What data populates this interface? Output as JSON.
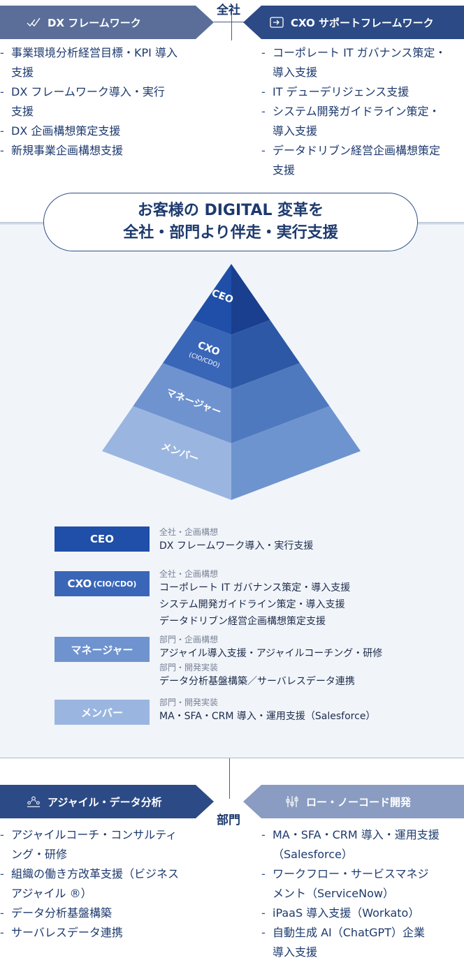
{
  "top": {
    "label": "全社",
    "left_banner": {
      "title": "DX フレームワーク",
      "icon": "checkmark-icon",
      "color": "#5a6e99"
    },
    "right_banner": {
      "title": "CXO サポートフレームワーク",
      "icon": "arrow-box-icon",
      "color": "#2c4a85"
    },
    "left_items": [
      "事業環境分析経営目標・KPI 導入",
      "支援",
      "DX フレームワーク導入・実行",
      "支援",
      "DX 企画構想策定支援",
      "新規事業企画構想支援"
    ],
    "right_items": [
      "コーポレート IT ガバナンス策定・",
      "導入支援",
      "IT デューデリジェンス支援",
      "システム開発ガイドライン策定・",
      "導入支援",
      "データドリブン経営企画構想策定",
      "支援"
    ]
  },
  "headline": {
    "line1": "お客様の DIGITAL 変革を",
    "line2": "全社・部門より伴走・実行支援"
  },
  "pyramid": {
    "levels": [
      {
        "label": "CEO",
        "sub": "",
        "left_color": "#1f4fa8",
        "right_color": "#1a3f8f"
      },
      {
        "label": "CXO",
        "sub": "(CIO/CDO)",
        "left_color": "#3a66b8",
        "right_color": "#2d58a6"
      },
      {
        "label": "マネージャー",
        "sub": "",
        "left_color": "#6f93cf",
        "right_color": "#4f79bf"
      },
      {
        "label": "メンバー",
        "sub": "",
        "left_color": "#9ab6e0",
        "right_color": "#6e94cf"
      }
    ]
  },
  "roles": [
    {
      "name": "CEO",
      "sub": "",
      "color": "#1f4fa8",
      "groups": [
        {
          "cat": "全社・企画構想",
          "items": [
            "DX フレームワーク導入・実行支援"
          ]
        }
      ]
    },
    {
      "name": "CXO",
      "sub": "(CIO/CDO)",
      "color": "#3a66b8",
      "groups": [
        {
          "cat": "全社・企画構想",
          "items": [
            "コーポレート IT ガバナンス策定・導入支援",
            "システム開発ガイドライン策定・導入支援",
            "データドリブン経営企画構想策定支援"
          ]
        }
      ]
    },
    {
      "name": "マネージャー",
      "sub": "",
      "color": "#6f93cf",
      "groups": [
        {
          "cat": "部門・企画構想",
          "items": [
            "アジャイル導入支援・アジャイルコーチング・研修"
          ]
        },
        {
          "cat": "部門・開発実装",
          "items": [
            "データ分析基盤構築／サーバレスデータ連携"
          ]
        }
      ]
    },
    {
      "name": "メンバー",
      "sub": "",
      "color": "#9ab6e0",
      "groups": [
        {
          "cat": "部門・開発実装",
          "items": [
            "MA・SFA・CRM 導入・運用支援（Salesforce）"
          ]
        }
      ]
    }
  ],
  "bottom": {
    "label": "部門",
    "left_banner": {
      "title": "アジャイル・データ分析",
      "icon": "team-icon",
      "color": "#2c4a85"
    },
    "right_banner": {
      "title": "ロー・ノーコード開発",
      "icon": "sliders-icon",
      "color": "#8a9cc1"
    },
    "left_items": [
      "アジャイルコーチ・コンサルティ",
      "ング・研修",
      "組織の働き方改革支援（ビジネス",
      "アジャイル ®）",
      "データ分析基盤構築",
      "サーバレスデータ連携"
    ],
    "right_items": [
      "MA・SFA・CRM 導入・運用支援",
      "（Salesforce）",
      "ワークフロー・サービスマネジ",
      "メント（ServiceNow）",
      "iPaaS 導入支援（Workato）",
      "自動生成 AI（ChatGPT）企業",
      "導入支援"
    ]
  }
}
